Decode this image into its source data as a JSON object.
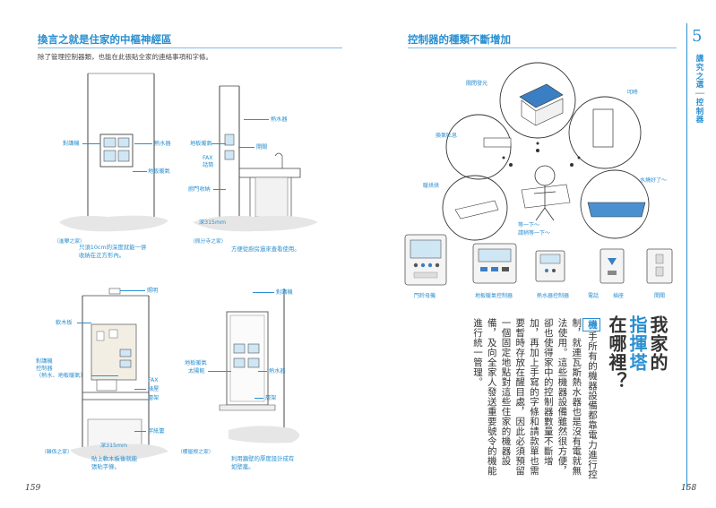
{
  "left_page": {
    "heading": "換言之就是住家的中樞神經區",
    "intro": "除了管理控制器類，也能在此張貼全家的連絡事項和字條。",
    "page_number": "159",
    "fig1": {
      "labels": {
        "ac": "對講機",
        "water_heater": "熱水器",
        "floor_heating": "地板暖氣"
      },
      "caption": "（進攀之家）",
      "note_line1": "只須10cm的深度就能一併",
      "note_line2": "收納在正方形內。"
    },
    "fig2": {
      "labels": {
        "water_heater": "熱水器",
        "floor_heating": "地板暖氣",
        "fax": "FAX",
        "fax_2": "話筒",
        "switch": "開關",
        "door": "廚門收納",
        "depth": "深315mm"
      },
      "caption": "（佩分寺之家）",
      "note": "方便從廚房過來查看使用。"
    },
    "fig3": {
      "labels": {
        "lighting": "照明",
        "cork": "軟木板",
        "intercom_line1": "對講機",
        "intercom_line2": "控制器",
        "intercom_line3": "（熱水、地板暖氣）",
        "fax": "FAX",
        "phone": "綠屋",
        "shelf": "層架",
        "stand": "字紙簍",
        "depth": "深315mm"
      },
      "caption": "（雜係之家）",
      "note_line1": "貼上軟木板後就能",
      "note_line2": "張貼字條。"
    },
    "fig4": {
      "labels": {
        "intercom": "對講機",
        "floor_heating": "地板暖氣",
        "solar": "太陽能",
        "water_heater": "熱水器",
        "shelf": "層架"
      },
      "caption": "（櫻屋根之家）",
      "note_line1": "利用牆壁的厚度設計成有",
      "note_line2": "如壁龕。"
    }
  },
  "right_page": {
    "heading": "控制器的種類不斷增加",
    "page_number": "158",
    "chapter_number": "5",
    "chapter_title": "講究之選──控制器",
    "bubbles": {
      "solar": "關閉發光",
      "door": "叩咚",
      "fan": "換氣吐息",
      "heat": "暖烘烘",
      "bath": "水燒好了～",
      "center_line1": "等一下～",
      "center_line2": "請稍等一下～"
    },
    "devices": [
      "門鈴母機",
      "地板暖氣控制器",
      "熱水器控制器",
      "電話",
      "插座",
      "開關"
    ],
    "title_line1": "我家的",
    "title_line2": "指揮塔",
    "title_line3": "在哪裡？",
    "body_lead": "機",
    "body_text": "手所有的機器設備都靠電力進行控制，就連瓦斯熱水器也是沒有電就無法使用。這些機器設備雖然很方便，卻也使得家中的控制器數量不斷增加，再加上手寫的字條和請款單也需要暫時存放在醒目處，因此必須預留一個固定地點對這些住家的機器設備，及向全家人發送重要號令的機能進行統一管理。"
  }
}
